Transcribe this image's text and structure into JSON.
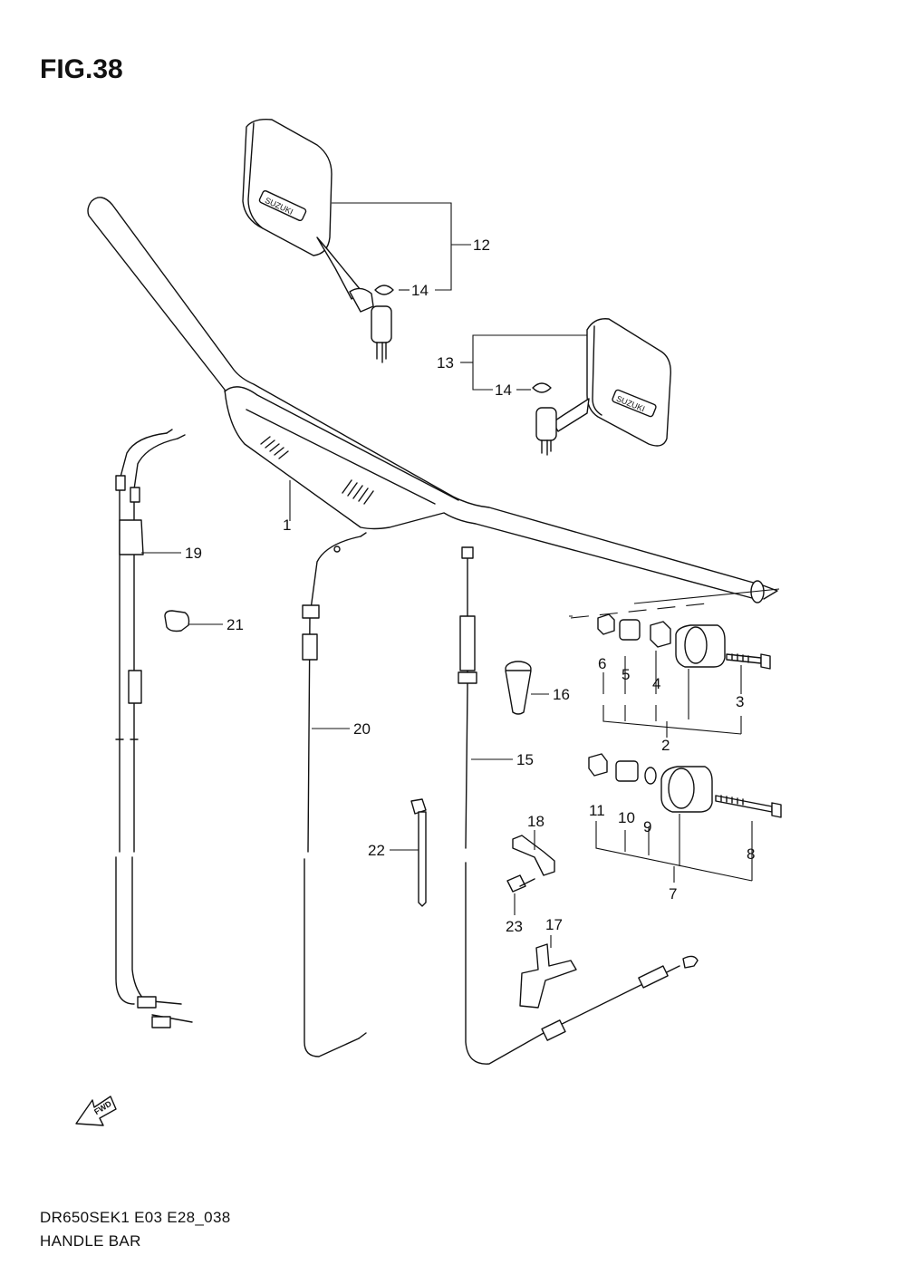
{
  "figure": {
    "title": "FIG.38",
    "code": "DR650SEK1 E03 E28_038",
    "name": "HANDLE BAR"
  },
  "fwd_label": "FWD",
  "mirror_logo": "SUZUKI",
  "callouts": {
    "c1": "1",
    "c2": "2",
    "c3": "3",
    "c4": "4",
    "c5": "5",
    "c6": "6",
    "c7": "7",
    "c8": "8",
    "c9": "9",
    "c10": "10",
    "c11": "11",
    "c12": "12",
    "c13": "13",
    "c14a": "14",
    "c14b": "14",
    "c15": "15",
    "c16": "16",
    "c17": "17",
    "c18": "18",
    "c19": "19",
    "c20": "20",
    "c21": "21",
    "c22": "22",
    "c23": "23"
  }
}
